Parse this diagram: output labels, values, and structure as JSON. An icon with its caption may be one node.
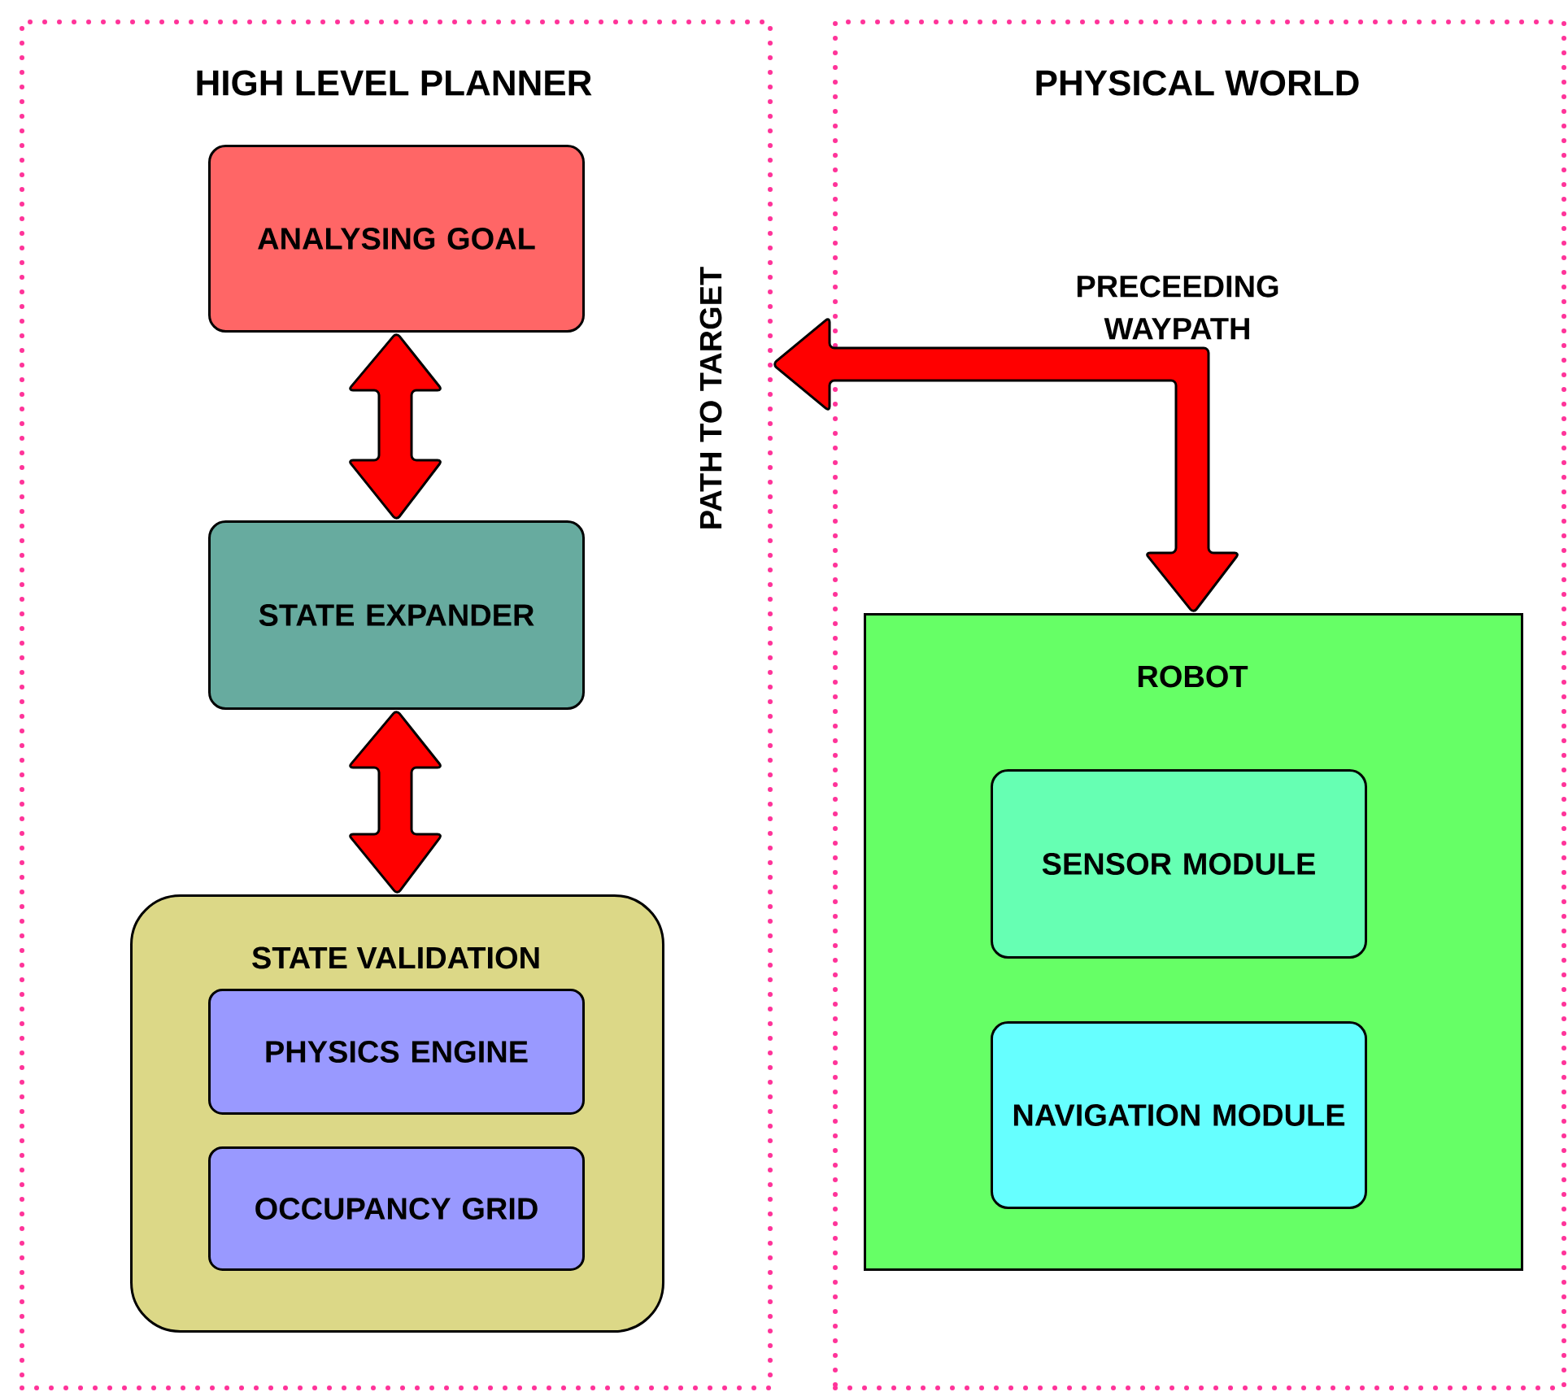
{
  "diagram": {
    "nodes": [
      {
        "text": [
          "HIGH LEVEL PLANNER"
        ]
      },
      {
        "text": [
          "ANALYSING GOAL"
        ],
        "in": 0
      },
      {
        "text": [
          "STATE EXPANDER"
        ],
        "in": 0
      },
      {
        "text": [
          "STATE VALIDATION"
        ],
        "in": 0
      },
      {
        "text": [
          "PHYSICS ENGINE"
        ],
        "in": 3
      },
      {
        "text": [
          "OCCUPANCY GRID"
        ],
        "in": 3
      },
      {
        "text": [
          "PHYSICAL WORLD"
        ]
      },
      {
        "text": [
          "ROBOT"
        ],
        "in": 6
      },
      {
        "text": [
          "SENSOR MODULE"
        ],
        "in": 7
      },
      {
        "text": [
          "NAVIGATION MODULE"
        ],
        "in": 7
      }
    ],
    "edges": [
      {
        "from": 1,
        "to": 2,
        "arrow": "both"
      },
      {
        "from": 2,
        "to": 3,
        "arrow": "both"
      },
      {
        "from": 0,
        "to": 7,
        "arrow": "both",
        "label": "PRECEEDING WAYPATH"
      }
    ],
    "labels": [
      "PATH TO TARGET"
    ]
  }
}
